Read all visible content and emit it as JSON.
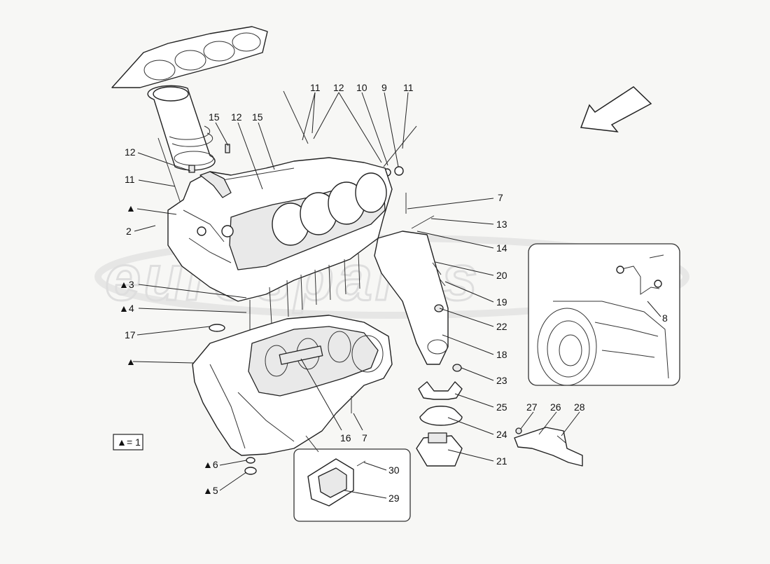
{
  "watermark": {
    "text": "eurospares"
  },
  "legend": {
    "symbol": "▲",
    "text": "= 1"
  },
  "callouts": [
    {
      "id": "c1",
      "label": "11"
    },
    {
      "id": "c2",
      "label": "12"
    },
    {
      "id": "c3",
      "label": "10"
    },
    {
      "id": "c4",
      "label": "9"
    },
    {
      "id": "c5",
      "label": "11"
    },
    {
      "id": "c6",
      "label": "15"
    },
    {
      "id": "c7",
      "label": "12"
    },
    {
      "id": "c8",
      "label": "15"
    },
    {
      "id": "c9",
      "label": "12"
    },
    {
      "id": "c10",
      "label": "11"
    },
    {
      "id": "c11",
      "label": "▲"
    },
    {
      "id": "c12",
      "label": "2"
    },
    {
      "id": "c13",
      "label": "7"
    },
    {
      "id": "c14",
      "label": "13"
    },
    {
      "id": "c15",
      "label": "14"
    },
    {
      "id": "c16",
      "label": "20"
    },
    {
      "id": "c17",
      "label": "19"
    },
    {
      "id": "c18",
      "label": "22"
    },
    {
      "id": "c19",
      "label": "18"
    },
    {
      "id": "c20",
      "label": "23"
    },
    {
      "id": "c21",
      "label": "25"
    },
    {
      "id": "c22",
      "label": "24"
    },
    {
      "id": "c23",
      "label": "21"
    },
    {
      "id": "c24",
      "label": "▲3"
    },
    {
      "id": "c25",
      "label": "▲4"
    },
    {
      "id": "c26",
      "label": "17"
    },
    {
      "id": "c27",
      "label": "▲"
    },
    {
      "id": "c28",
      "label": "16"
    },
    {
      "id": "c29",
      "label": "7"
    },
    {
      "id": "c30",
      "label": "▲6"
    },
    {
      "id": "c31",
      "label": "▲5"
    },
    {
      "id": "c32",
      "label": "30"
    },
    {
      "id": "c33",
      "label": "29"
    },
    {
      "id": "c34",
      "label": "8"
    },
    {
      "id": "c35",
      "label": "27"
    },
    {
      "id": "c36",
      "label": "26"
    },
    {
      "id": "c37",
      "label": "28"
    }
  ],
  "icons": {
    "direction_arrow": "direction-arrow-icon",
    "triangle": "triangle-marker-icon"
  }
}
